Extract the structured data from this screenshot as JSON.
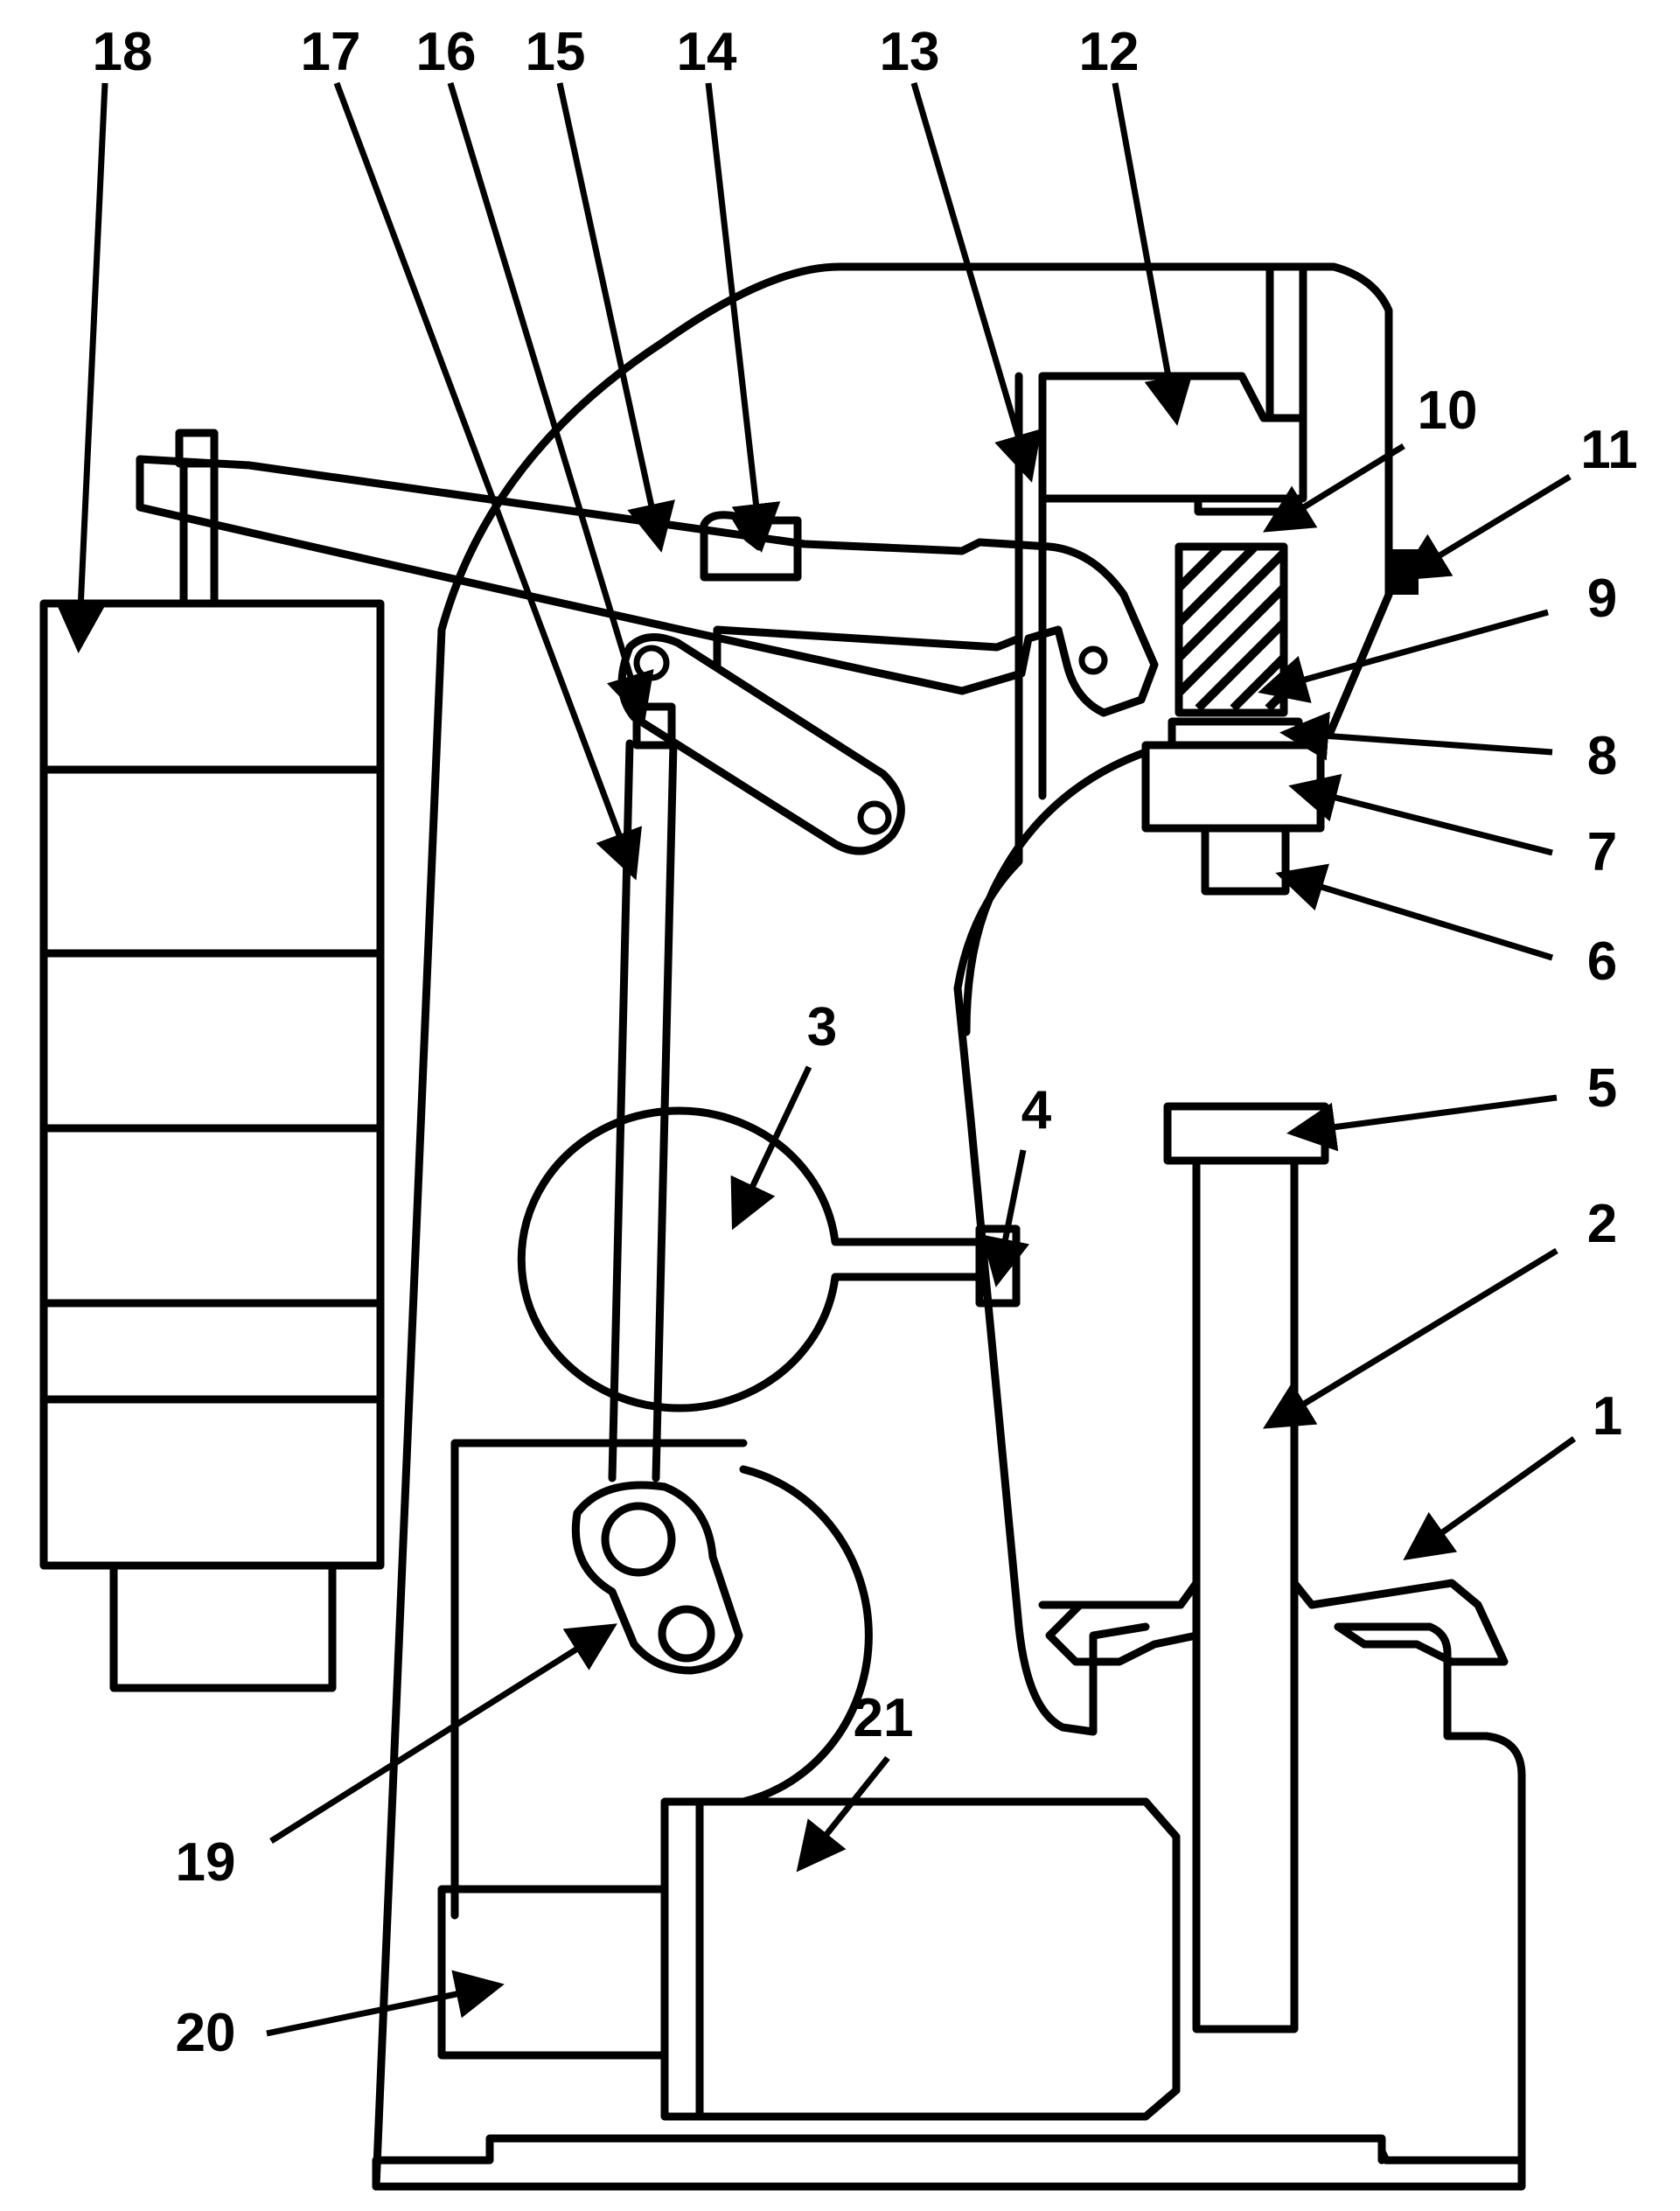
{
  "callouts": [
    "1",
    "2",
    "3",
    "4",
    "5",
    "6",
    "7",
    "8",
    "9",
    "10",
    "11",
    "12",
    "13",
    "14",
    "15",
    "16",
    "17",
    "18",
    "19",
    "20",
    "21"
  ],
  "colors": {
    "ink": "#000000",
    "paper": "#ffffff"
  }
}
